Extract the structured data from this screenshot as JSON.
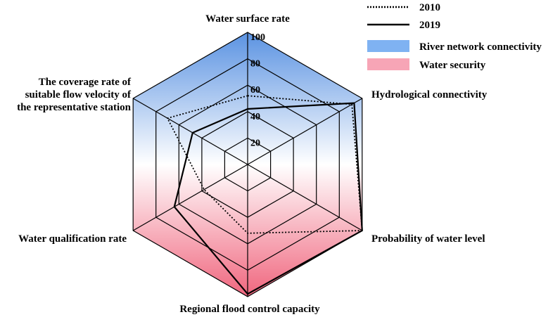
{
  "chart_data": {
    "type": "radar",
    "axes": [
      "Water surface rate",
      "Hydrological connectivity",
      "Probability of water level",
      "Regional flood control capacity",
      "Water qualification rate",
      "The coverage rate of suitable flow velocity of the representative station"
    ],
    "axis_label_lines": [
      [
        "Water surface rate"
      ],
      [
        "Hydrological connectivity"
      ],
      [
        "Probability of water level"
      ],
      [
        "Regional flood control capacity"
      ],
      [
        "Water qualification rate"
      ],
      [
        "The coverage rate of",
        "suitable flow velocity of",
        "the representative station"
      ]
    ],
    "range": [
      0,
      100
    ],
    "ticks": [
      20,
      40,
      60,
      80,
      100
    ],
    "tick_labels": [
      "20",
      "40",
      "60",
      "80",
      "100"
    ],
    "series": [
      {
        "name": "2010",
        "style": "dotted",
        "color": "#000000",
        "values": [
          52,
          91,
          100,
          52,
          38,
          70
        ]
      },
      {
        "name": "2019",
        "style": "solid",
        "color": "#000000",
        "values": [
          42,
          93,
          100,
          98,
          64,
          48
        ]
      }
    ],
    "zones": [
      {
        "name": "River network connectivity",
        "color": "#7fb2f2"
      },
      {
        "name": "Water security",
        "color": "#f7a5b6"
      }
    ],
    "background_gradient": {
      "top": "#5b93e2",
      "middle": "#ffffff",
      "bottom": "#f0667e"
    }
  }
}
